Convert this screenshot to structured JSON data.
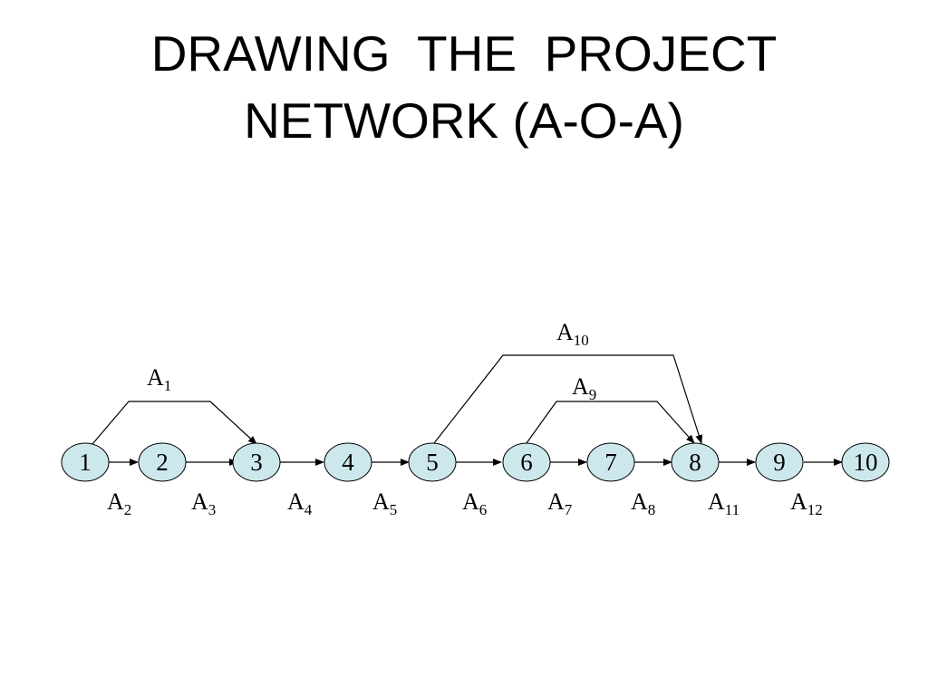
{
  "title": {
    "line1": "DRAWING  THE  PROJECT",
    "line2": "NETWORK (A-O-A)"
  },
  "nodes": [
    "1",
    "2",
    "3",
    "4",
    "5",
    "6",
    "7",
    "8",
    "9",
    "10"
  ],
  "activities": [
    {
      "base": "A",
      "sub": "1"
    },
    {
      "base": "A",
      "sub": "2"
    },
    {
      "base": "A",
      "sub": "3"
    },
    {
      "base": "A",
      "sub": "4"
    },
    {
      "base": "A",
      "sub": "5"
    },
    {
      "base": "A",
      "sub": "6"
    },
    {
      "base": "A",
      "sub": "7"
    },
    {
      "base": "A",
      "sub": "8"
    },
    {
      "base": "A",
      "sub": "9"
    },
    {
      "base": "A",
      "sub": "10"
    },
    {
      "base": "A",
      "sub": "11"
    },
    {
      "base": "A",
      "sub": "12"
    }
  ],
  "colors": {
    "node_fill": "#cde8ec",
    "line": "#000000"
  }
}
